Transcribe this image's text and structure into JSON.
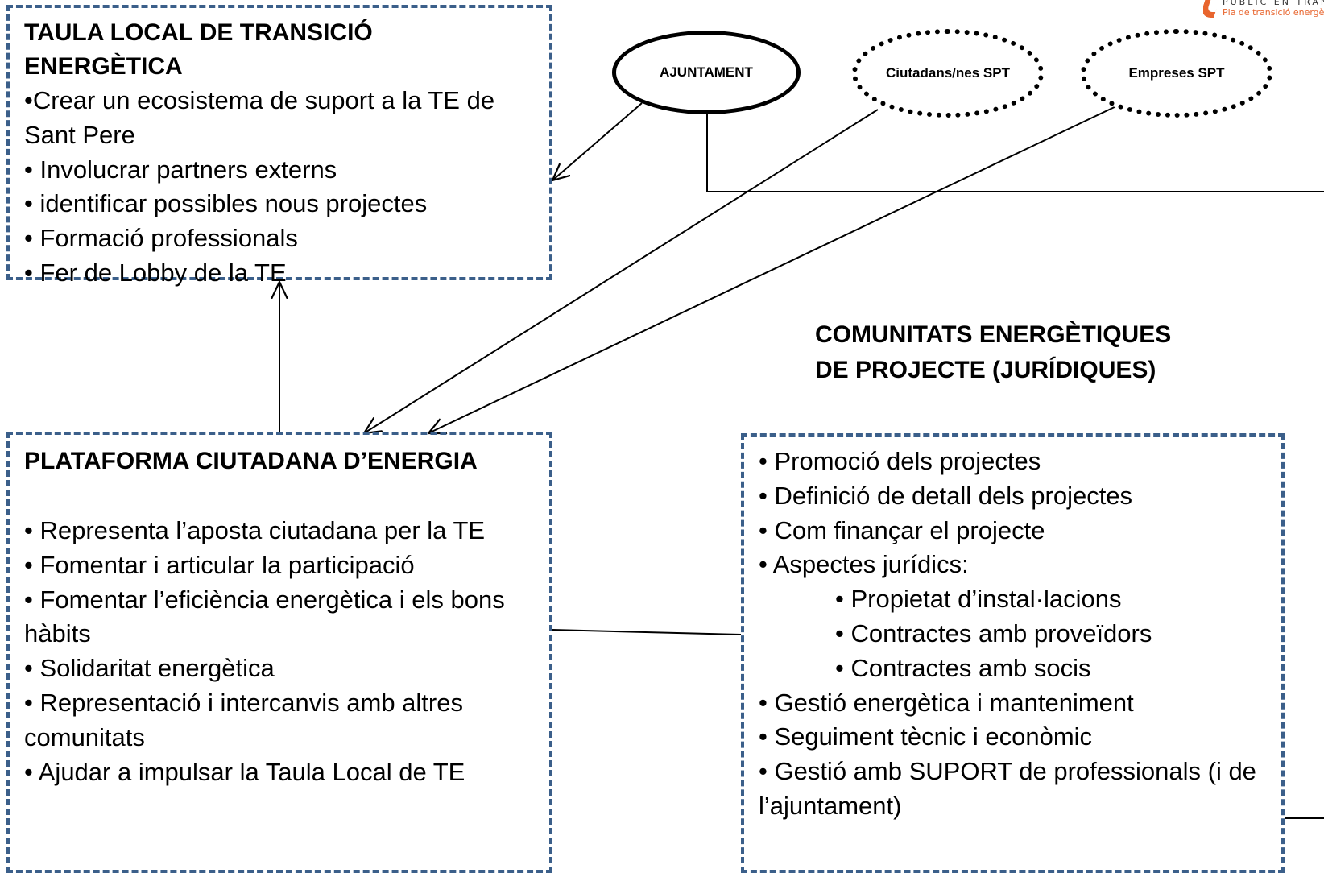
{
  "logo": {
    "line1": "PÚBLIC EN TRANSICIÓ",
    "line2": "Pla de transició energètica"
  },
  "taula": {
    "title": "TAULA LOCAL DE TRANSICIÓ ENERGÈTICA",
    "items": [
      "•Crear un ecosistema de suport a la TE de Sant Pere",
      "• Involucrar partners externs",
      "• identificar possibles nous projectes",
      "• Formació professionals",
      "• Fer de Lobby de la TE"
    ]
  },
  "actors": {
    "ajuntament": "AJUNTAMENT",
    "ciutadans": "Ciutadans/nes SPT",
    "empreses": "Empreses SPT"
  },
  "comunitats_title": {
    "line1": "COMUNITATS ENERGÈTIQUES",
    "line2": "DE PROJECTE (JURÍDIQUES)"
  },
  "plataforma": {
    "title": "PLATAFORMA CIUTADANA D’ENERGIA",
    "items": [
      "• Representa l’aposta ciutadana per la TE",
      "• Fomentar i articular la participació",
      "• Fomentar l’eficiència energètica i els bons hàbits",
      "• Solidaritat energètica",
      "• Representació i intercanvis amb altres comunitats",
      "• Ajudar a impulsar la Taula Local de TE"
    ]
  },
  "comunitats": {
    "items": [
      "• Promoció dels projectes",
      "• Definició de detall dels projectes",
      "• Com finançar el projecte",
      "• Aspectes jurídics:",
      "• Propietat d’instal·lacions",
      "• Contractes amb proveïdors",
      "• Contractes amb socis",
      "• Gestió energètica i manteniment",
      "• Seguiment tècnic i econòmic",
      "• Gestió amb SUPORT  de professionals (i de l’ajuntament)"
    ]
  },
  "colors": {
    "box_border": "#3b5f8a",
    "logo_accent": "#e8652e",
    "text": "#000000"
  }
}
